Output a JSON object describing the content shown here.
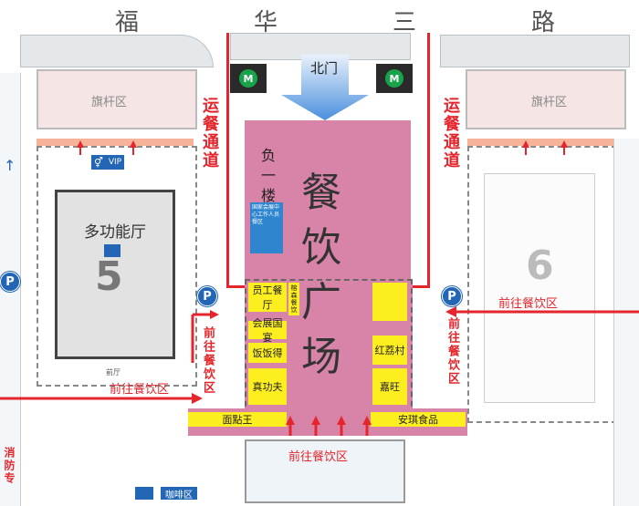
{
  "road": {
    "chars": [
      "福",
      "华",
      "三",
      "路"
    ]
  },
  "gates": {
    "north": "北门"
  },
  "flag_area": "旗杆区",
  "service_route": "运餐通道",
  "hall5": {
    "name": "多功能厅",
    "number": "5",
    "vip": "VIP"
  },
  "hall6": {
    "number": "6"
  },
  "lobby": "前厅",
  "basement": {
    "floor": "负一楼",
    "notice": "国家会展中心工作人员餐区"
  },
  "food_plaza": {
    "title": "餐饮广场"
  },
  "restaurants": {
    "staff": "员工餐厅",
    "banquet": "会展国宴",
    "fanfande": "饭饭得",
    "zhengongfu": "真功夫",
    "fusion": "榕森餐饮",
    "lizhi": "红荔村",
    "jiawang": "嘉旺",
    "mian": "面點王",
    "anqi": "安琪食品"
  },
  "directions": {
    "to_food": "前往餐饮区"
  },
  "fire_lane": "消防专",
  "parking_label": "P",
  "bottom_label": "咖啡区",
  "colors": {
    "plaza": "#d883a8",
    "yellow": "#fdee20",
    "red": "#e4262c",
    "blue": "#2266b5"
  }
}
